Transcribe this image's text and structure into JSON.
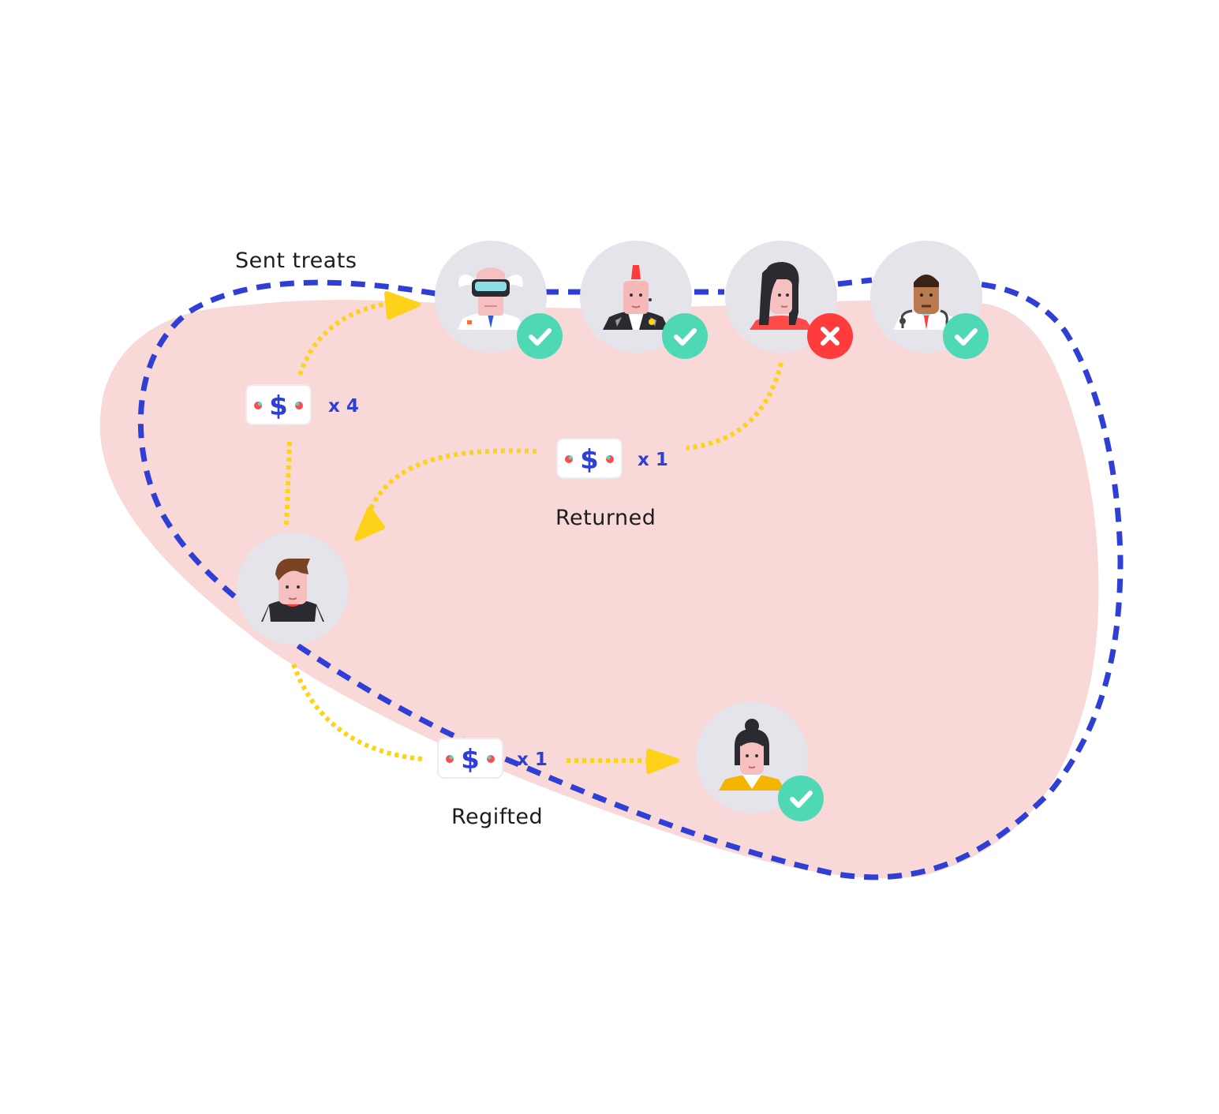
{
  "labels": {
    "sent": "Sent treats",
    "returned": "Returned",
    "regifted": "Regifted"
  },
  "treats": {
    "top": {
      "symbol": "$",
      "count": "x 4"
    },
    "middle": {
      "symbol": "$",
      "count": "x 1"
    },
    "bottom": {
      "symbol": "$",
      "count": "x 1"
    }
  },
  "recipients": [
    {
      "avatar": "scientist-vr-avatar",
      "status": "accepted"
    },
    {
      "avatar": "punk-avatar",
      "status": "accepted"
    },
    {
      "avatar": "woman-long-hair-avatar",
      "status": "returned"
    },
    {
      "avatar": "doctor-avatar",
      "status": "accepted"
    }
  ],
  "regift_recipient": {
    "avatar": "woman-bun-avatar",
    "status": "accepted"
  },
  "sender": {
    "avatar": "man-brown-hair-avatar"
  },
  "colors": {
    "blob": "#f9d8d8",
    "loop": "#2f3fd6",
    "flow": "#ffd21a",
    "avatar_bg": "#e4e4ea",
    "accepted": "#4fd8b4",
    "returned": "#ff3b3b"
  }
}
